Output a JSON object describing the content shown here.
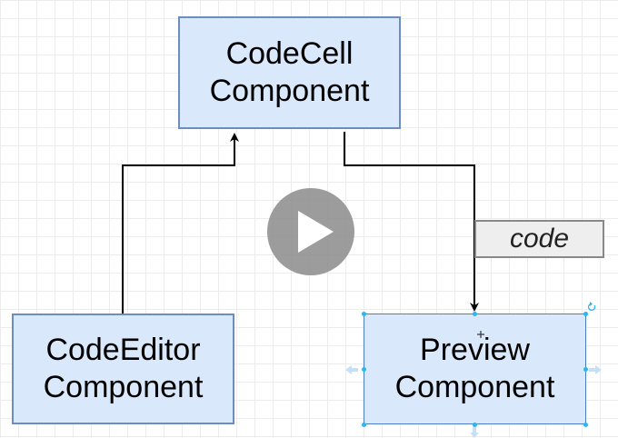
{
  "nodes": {
    "codecell": {
      "line1": "CodeCell",
      "line2": "Component"
    },
    "codeeditor": {
      "line1": "CodeEditor",
      "line2": "Component"
    },
    "preview": {
      "line1": "Preview",
      "line2": "Component"
    }
  },
  "edge_label": "code",
  "colors": {
    "node_fill": "#dae8fc",
    "node_stroke": "#6c8ebf",
    "edge": "#000000",
    "label_fill": "#eeeeee",
    "selection_handle": "#29b6f2",
    "play_button": "#8e8e8e"
  },
  "icons": {
    "play": "play-icon",
    "rotate": "rotate-handle-icon"
  }
}
